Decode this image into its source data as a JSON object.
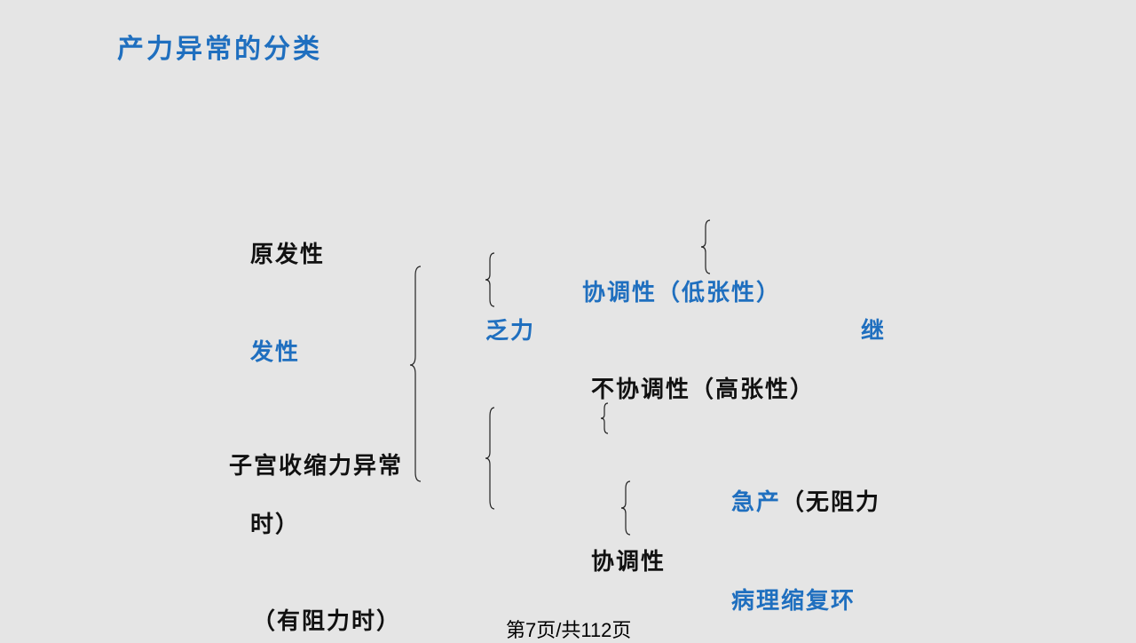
{
  "title": "产力异常的分类",
  "labels": {
    "primary": "原发性",
    "secondary": "发性",
    "uterine": "子宫收缩力异常",
    "time_close": "时）",
    "with_resistance": "（有阻力时）",
    "weakness": "乏力",
    "coordinated_low": "协调性（低张性）",
    "continued": "继",
    "uncoordinated_high": "不协调性（高张性）",
    "precipitate": "急产",
    "no_resistance": "（无阻力",
    "coordinated": "协调性",
    "pathological_ring": "病理缩复环"
  },
  "footer": {
    "page": "第7页/共112页"
  },
  "colors": {
    "accent": "#1f6fbf",
    "text": "#111111",
    "background": "#e5e5e5"
  }
}
